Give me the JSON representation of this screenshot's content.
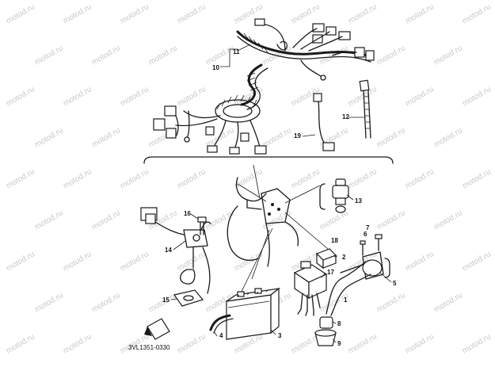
{
  "watermark": "motod.ru",
  "drawing_code": "3VL1351-0330",
  "callouts": {
    "n1": "1",
    "n2": "2",
    "n3": "3",
    "n4": "4",
    "n5": "5",
    "n6": "6",
    "n7": "7",
    "n8": "8",
    "n9": "9",
    "n10": "10",
    "n11": "11",
    "n12": "12",
    "n13": "13",
    "n14": "14",
    "n15": "15",
    "n16": "16",
    "n17": "17",
    "n18": "18",
    "n19": "19"
  },
  "colors": {
    "ink": "#1a1a1a",
    "watermark": "#c9c9c9",
    "background": "#ffffff"
  }
}
